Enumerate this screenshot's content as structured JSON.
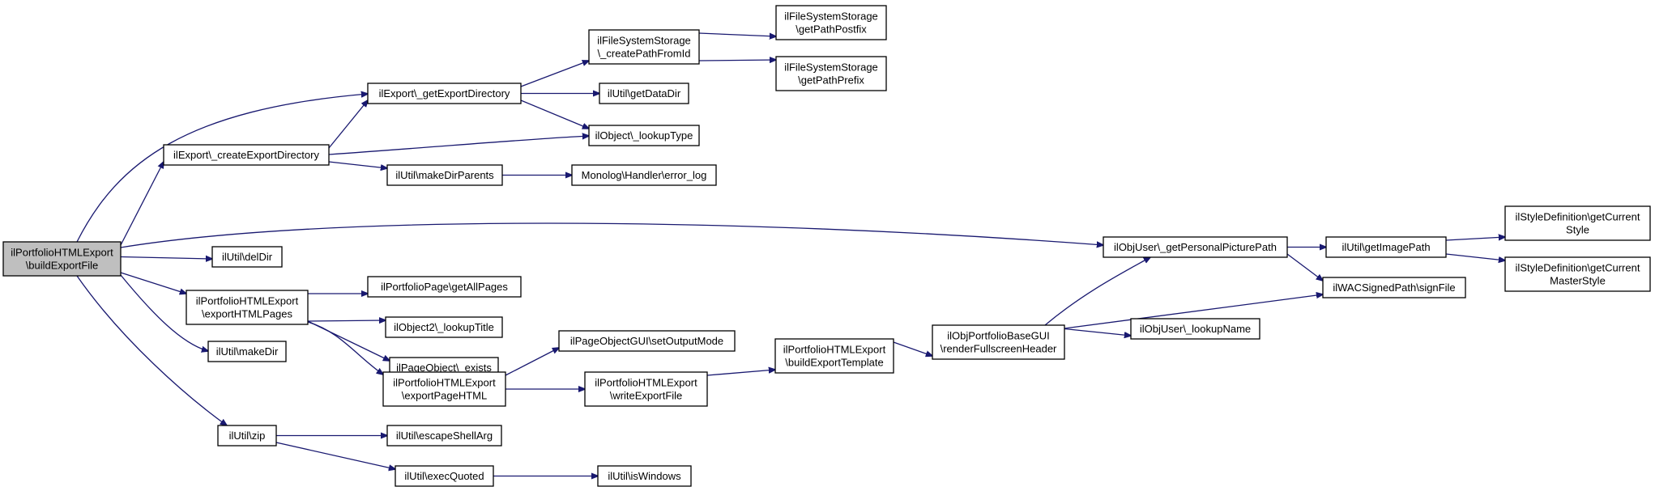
{
  "nodes": [
    {
      "id": "root",
      "lines": [
        "ilPortfolioHTMLExport",
        "\\buildExportFile"
      ],
      "root": true
    },
    {
      "id": "createExportDirectory",
      "lines": [
        "ilExport\\_createExportDirectory"
      ]
    },
    {
      "id": "getExportDirectory",
      "lines": [
        "ilExport\\_getExportDirectory"
      ]
    },
    {
      "id": "createPathFromId",
      "lines": [
        "ilFileSystemStorage",
        "\\_createPathFromId"
      ]
    },
    {
      "id": "getPathPostfix",
      "lines": [
        "ilFileSystemStorage",
        "\\getPathPostfix"
      ]
    },
    {
      "id": "getPathPrefix",
      "lines": [
        "ilFileSystemStorage",
        "\\getPathPrefix"
      ]
    },
    {
      "id": "getDataDir",
      "lines": [
        "ilUtil\\getDataDir"
      ]
    },
    {
      "id": "lookupType",
      "lines": [
        "ilObject\\_lookupType"
      ]
    },
    {
      "id": "makeDirParents",
      "lines": [
        "ilUtil\\makeDirParents"
      ]
    },
    {
      "id": "errorLog",
      "lines": [
        "Monolog\\Handler\\error_log"
      ]
    },
    {
      "id": "getPersonalPicturePath",
      "lines": [
        "ilObjUser\\_getPersonalPicturePath"
      ]
    },
    {
      "id": "getImagePath",
      "lines": [
        "ilUtil\\getImagePath"
      ]
    },
    {
      "id": "getCurrentStyle",
      "lines": [
        "ilStyleDefinition\\getCurrent",
        "Style"
      ]
    },
    {
      "id": "getCurrentMasterStyle",
      "lines": [
        "ilStyleDefinition\\getCurrent",
        "MasterStyle"
      ]
    },
    {
      "id": "signFile",
      "lines": [
        "ilWACSignedPath\\signFile"
      ]
    },
    {
      "id": "delDir",
      "lines": [
        "ilUtil\\delDir"
      ]
    },
    {
      "id": "exportHTMLPages",
      "lines": [
        "ilPortfolioHTMLExport",
        "\\exportHTMLPages"
      ]
    },
    {
      "id": "getAllPages",
      "lines": [
        "ilPortfolioPage\\getAllPages"
      ]
    },
    {
      "id": "lookupTitle",
      "lines": [
        "ilObject2\\_lookupTitle"
      ]
    },
    {
      "id": "exists",
      "lines": [
        "ilPageObject\\_exists"
      ]
    },
    {
      "id": "exportPageHTML",
      "lines": [
        "ilPortfolioHTMLExport",
        "\\exportPageHTML"
      ]
    },
    {
      "id": "setOutputMode",
      "lines": [
        "ilPageObjectGUI\\setOutputMode"
      ]
    },
    {
      "id": "writeExportFile",
      "lines": [
        "ilPortfolioHTMLExport",
        "\\writeExportFile"
      ]
    },
    {
      "id": "buildExportTemplate",
      "lines": [
        "ilPortfolioHTMLExport",
        "\\buildExportTemplate"
      ]
    },
    {
      "id": "renderFullscreenHeader",
      "lines": [
        "ilObjPortfolioBaseGUI",
        "\\renderFullscreenHeader"
      ]
    },
    {
      "id": "lookupName",
      "lines": [
        "ilObjUser\\_lookupName"
      ]
    },
    {
      "id": "makeDir",
      "lines": [
        "ilUtil\\makeDir"
      ]
    },
    {
      "id": "zip",
      "lines": [
        "ilUtil\\zip"
      ]
    },
    {
      "id": "escapeShellArg",
      "lines": [
        "ilUtil\\escapeShellArg"
      ]
    },
    {
      "id": "execQuoted",
      "lines": [
        "ilUtil\\execQuoted"
      ]
    },
    {
      "id": "isWindows",
      "lines": [
        "ilUtil\\isWindows"
      ]
    }
  ],
  "edges": [
    [
      "root",
      "createExportDirectory"
    ],
    [
      "root",
      "getExportDirectory"
    ],
    [
      "root",
      "getPersonalPicturePath"
    ],
    [
      "root",
      "delDir"
    ],
    [
      "root",
      "exportHTMLPages"
    ],
    [
      "root",
      "makeDir"
    ],
    [
      "root",
      "zip"
    ],
    [
      "createExportDirectory",
      "getExportDirectory"
    ],
    [
      "createExportDirectory",
      "lookupType"
    ],
    [
      "createExportDirectory",
      "makeDirParents"
    ],
    [
      "getExportDirectory",
      "createPathFromId"
    ],
    [
      "getExportDirectory",
      "getDataDir"
    ],
    [
      "getExportDirectory",
      "lookupType"
    ],
    [
      "createPathFromId",
      "getPathPostfix"
    ],
    [
      "createPathFromId",
      "getPathPrefix"
    ],
    [
      "makeDirParents",
      "errorLog"
    ],
    [
      "getPersonalPicturePath",
      "getImagePath"
    ],
    [
      "getPersonalPicturePath",
      "signFile"
    ],
    [
      "getImagePath",
      "getCurrentStyle"
    ],
    [
      "getImagePath",
      "getCurrentMasterStyle"
    ],
    [
      "exportHTMLPages",
      "getAllPages"
    ],
    [
      "exportHTMLPages",
      "lookupTitle"
    ],
    [
      "exportHTMLPages",
      "exists"
    ],
    [
      "exportHTMLPages",
      "exportPageHTML"
    ],
    [
      "exportPageHTML",
      "setOutputMode"
    ],
    [
      "exportPageHTML",
      "writeExportFile"
    ],
    [
      "writeExportFile",
      "buildExportTemplate"
    ],
    [
      "buildExportTemplate",
      "renderFullscreenHeader"
    ],
    [
      "renderFullscreenHeader",
      "getPersonalPicturePath"
    ],
    [
      "renderFullscreenHeader",
      "signFile"
    ],
    [
      "renderFullscreenHeader",
      "lookupName"
    ],
    [
      "zip",
      "escapeShellArg"
    ],
    [
      "zip",
      "execQuoted"
    ],
    [
      "execQuoted",
      "isWindows"
    ]
  ]
}
